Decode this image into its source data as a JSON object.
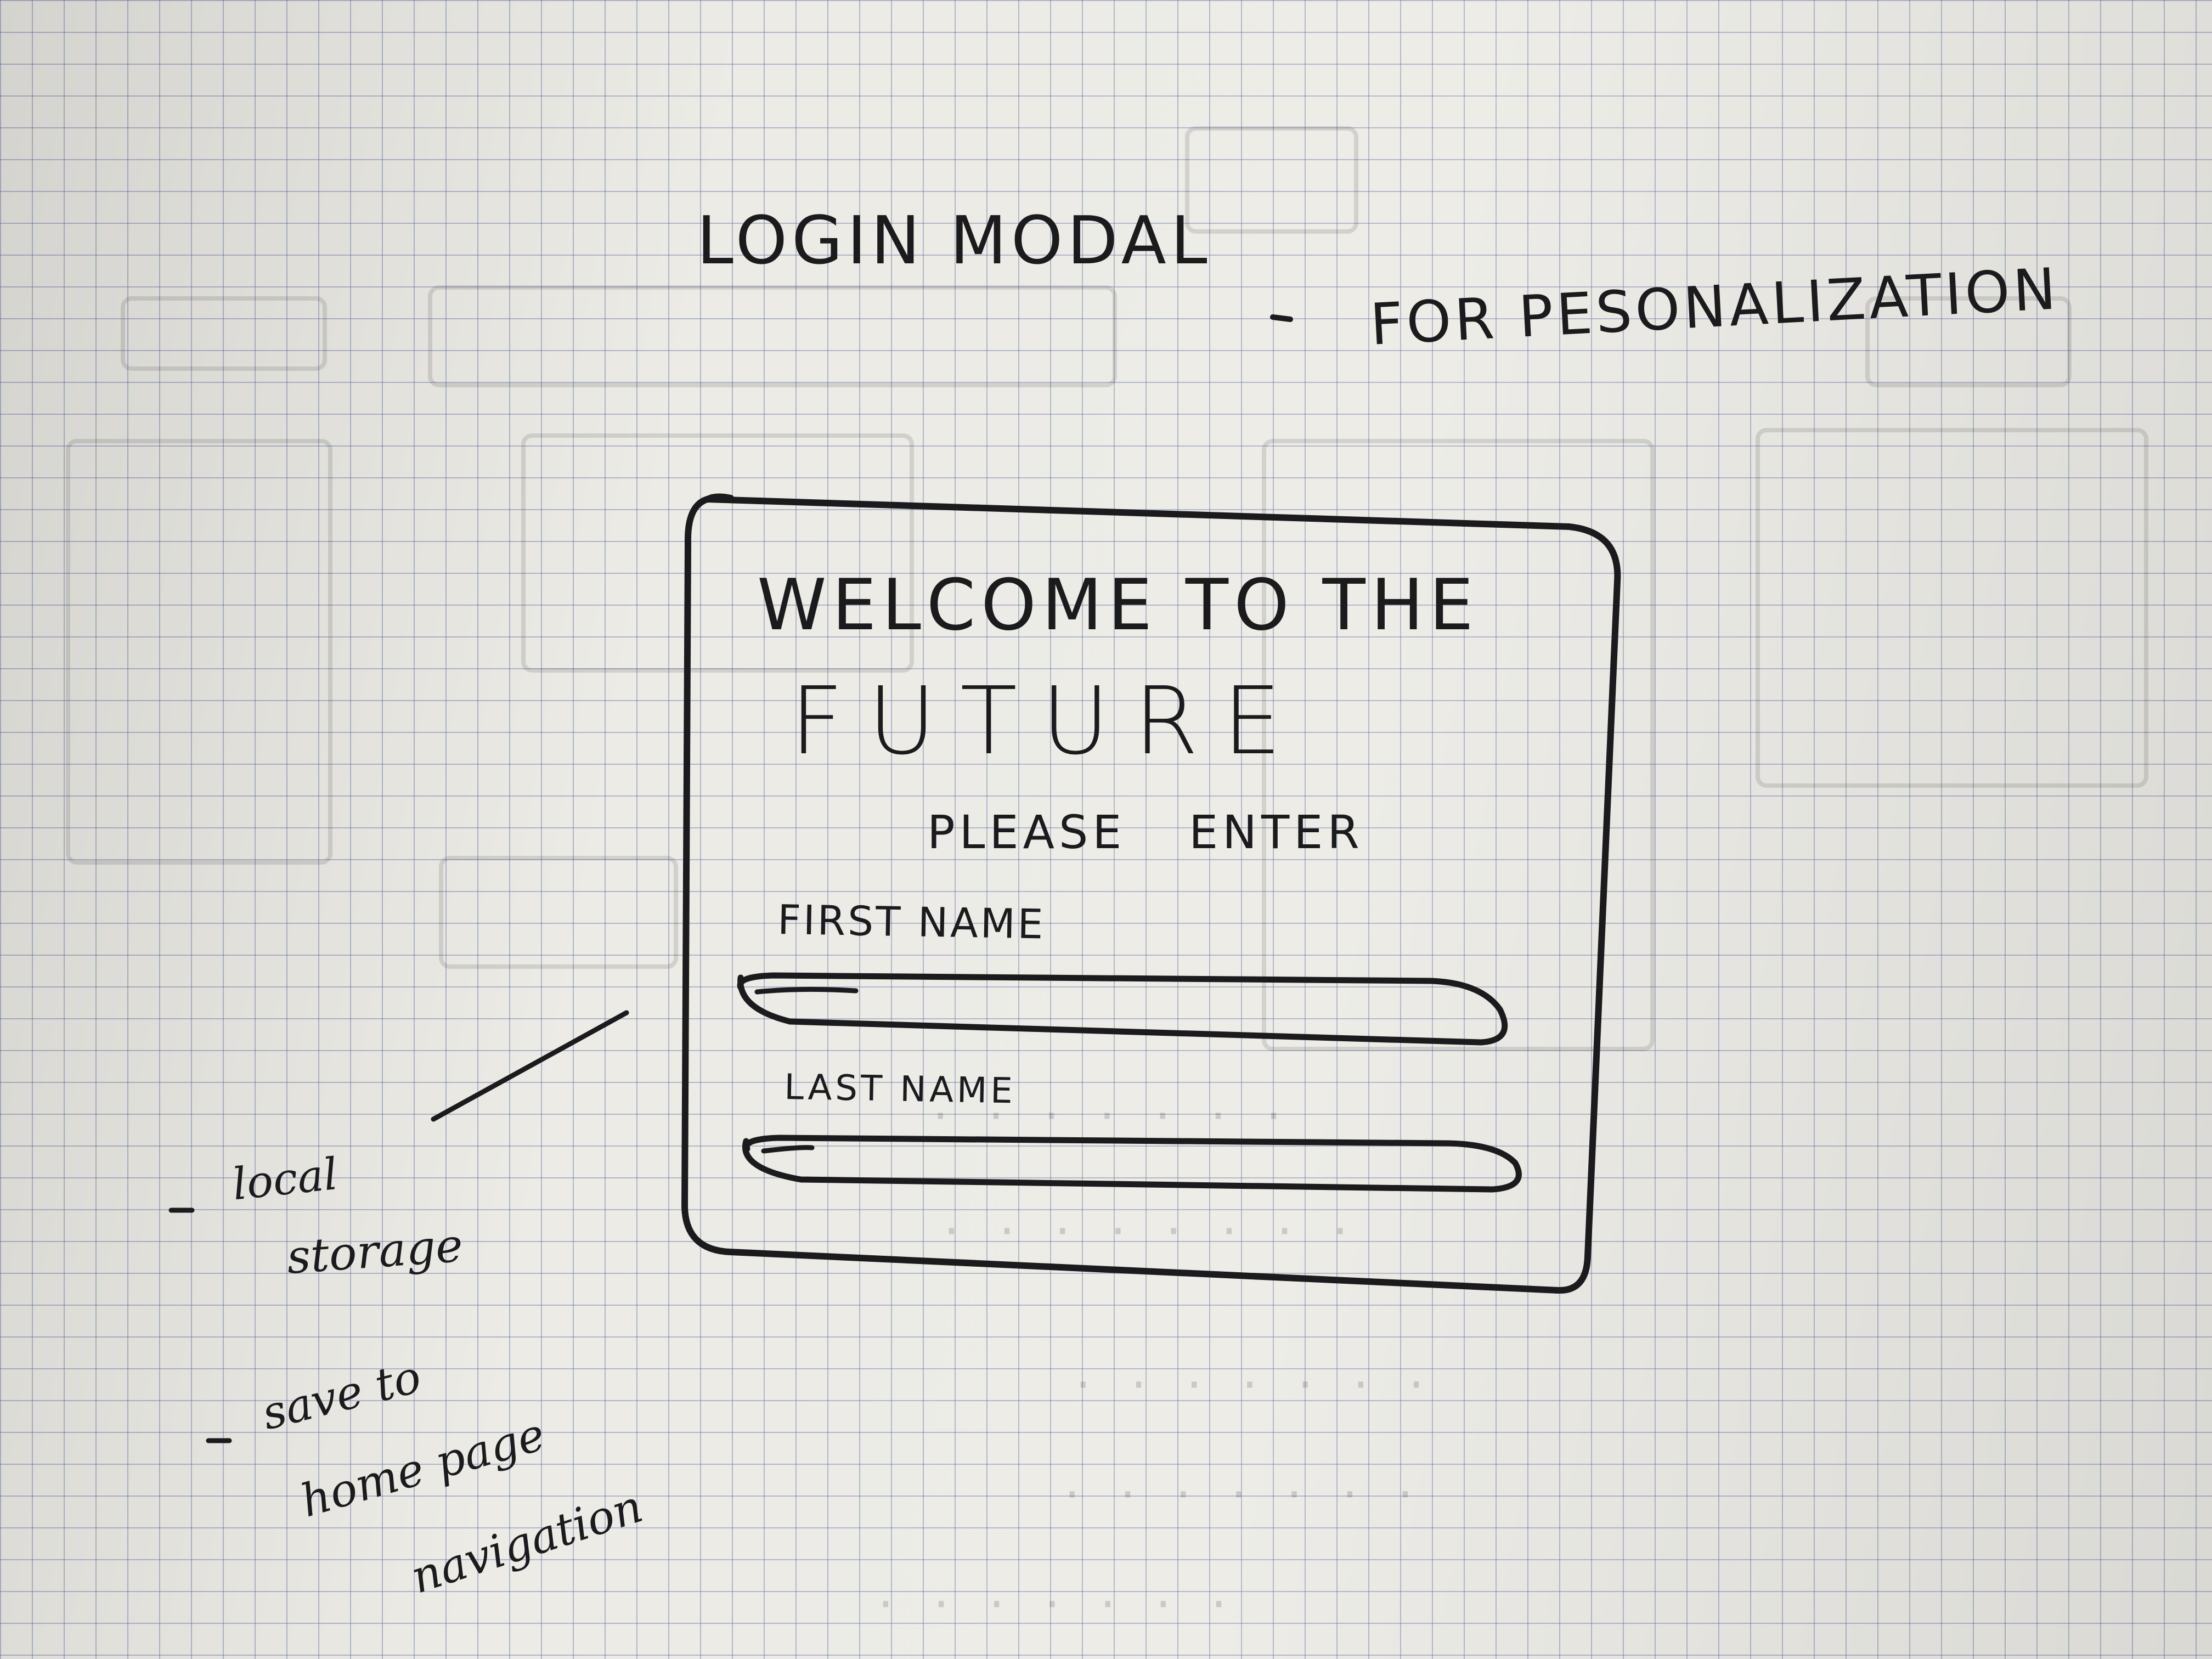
{
  "header": {
    "title": "LOGIN MODAL",
    "note": "FOR PESONALIZATION"
  },
  "modal": {
    "heading_line1": "WELCOME TO THE",
    "heading_line2": "FUTURE",
    "prompt": "PLEASE ENTER",
    "first_name_label": "FIRST NAME",
    "first_name_value": "",
    "last_name_label": "LAST NAME",
    "last_name_value": ""
  },
  "annotations": {
    "local_storage_line1": "local",
    "local_storage_line2": "storage",
    "save_line1": "save to",
    "save_line2": "home page",
    "save_line3": "navigation"
  },
  "colors": {
    "ink": "#1b1b1d",
    "paper": "#ecebe6",
    "grid": "#505f96"
  }
}
